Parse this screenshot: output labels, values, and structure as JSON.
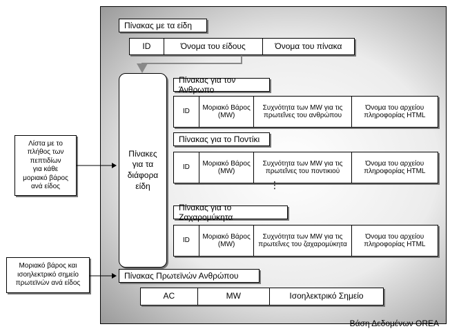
{
  "database_label": "Βάση Δεδομένων OREA",
  "species_table": {
    "title": "Πίνακας με τα είδη",
    "columns": [
      "ID",
      "Όνομα του είδους",
      "Όνομα του πίνακα"
    ]
  },
  "center_box": {
    "lines": [
      "Πίνακες",
      "για τα",
      "διάφορα",
      "είδη"
    ]
  },
  "human_table": {
    "title": "Πίνακας για τον Άνθρωπο",
    "columns": [
      "ID",
      "Μοριακό Βάρος (MW)",
      "Συχνότητα των MW για τις πρωτεΐνες του ανθρώπου",
      "Όνομα του αρχείου πληροφορίας HTML"
    ]
  },
  "mouse_table": {
    "title": "Πίνακας για το Ποντίκι",
    "columns": [
      "ID",
      "Μοριακό Βάρος (MW)",
      "Συχνότητα των MW για τις πρωτεΐνες του ποντικιού",
      "Όνομα του αρχείου πληροφορίας HTML"
    ]
  },
  "ellipsis": "⋮",
  "sugarcane_table": {
    "title": "Πίνακας για το Ζαχαροµύκητα",
    "columns": [
      "ID",
      "Μοριακό Βάρος (MW)",
      "Συχνότητα των MW για τις πρωτεΐνες του ζαχαροµύκητα",
      "Όνομα του αρχείου πληροφορίας HTML"
    ]
  },
  "human_proteins_table": {
    "title": "Πίνακας Πρωτεϊνών Ανθρώπου",
    "columns": [
      "AC",
      "MW",
      "Ισοηλεκτρικό Σημείο"
    ]
  },
  "left_note_top": {
    "lines": [
      "Λίστα με το",
      "πλήθος των",
      "πεπτιδίων",
      "για κάθε",
      "μοριακό βάρος",
      "ανά είδος"
    ]
  },
  "left_note_bottom": {
    "lines": [
      "Μοριακό βάρος και",
      "ισοηλεκτρικό σημείο",
      "πρωτεϊνών ανά είδος"
    ]
  }
}
